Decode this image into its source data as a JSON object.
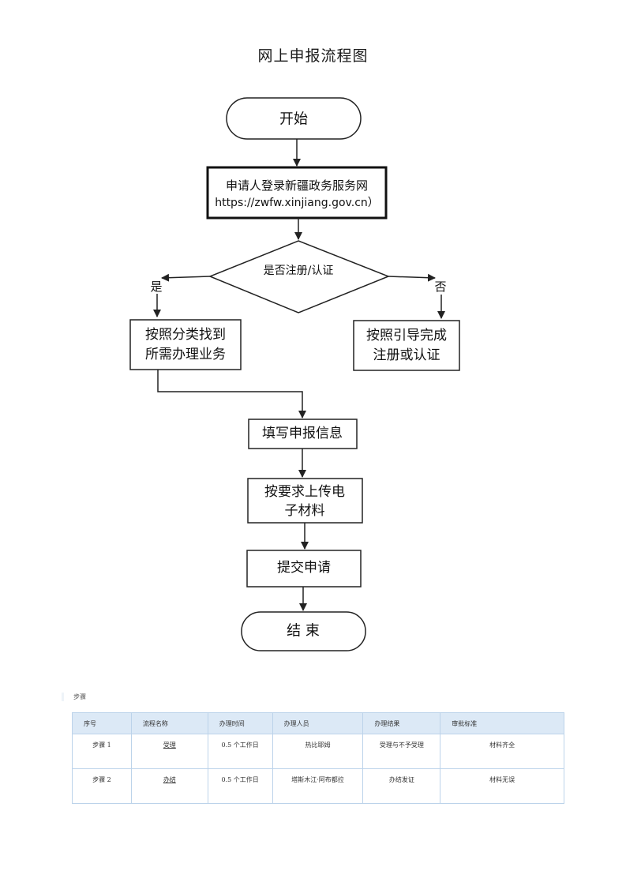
{
  "title": "网上申报流程图",
  "flow": {
    "start": "开始",
    "login_line1": "申请人登录新疆政务服务网",
    "login_line2": "https://zwfw.xinjiang.gov.cn）",
    "decision": "是否注册/认证",
    "yes": "是",
    "no": "否",
    "yes_box_line1": "按照分类找到",
    "yes_box_line2": "所需办理业务",
    "no_box_line1": "按照引导完成",
    "no_box_line2": "注册或认证",
    "fill": "填写申报信息",
    "upload_line1": "按要求上传电",
    "upload_line2": "子材料",
    "submit": "提交申请",
    "end": "结 束"
  },
  "steps": {
    "label": "步骤",
    "headers": [
      "序号",
      "流程名称",
      "办理时间",
      "办理人员",
      "办理结果",
      "审批标准"
    ],
    "rows": [
      [
        "步骤 1",
        "受理",
        "0.5 个工作日",
        "热比耶姆",
        "受理与不予受理",
        "材料齐全"
      ],
      [
        "步骤 2",
        "办结",
        "0.5 个工作日",
        "塔斯木江·阿布都拉",
        "办结发证",
        "材料无误"
      ]
    ]
  }
}
